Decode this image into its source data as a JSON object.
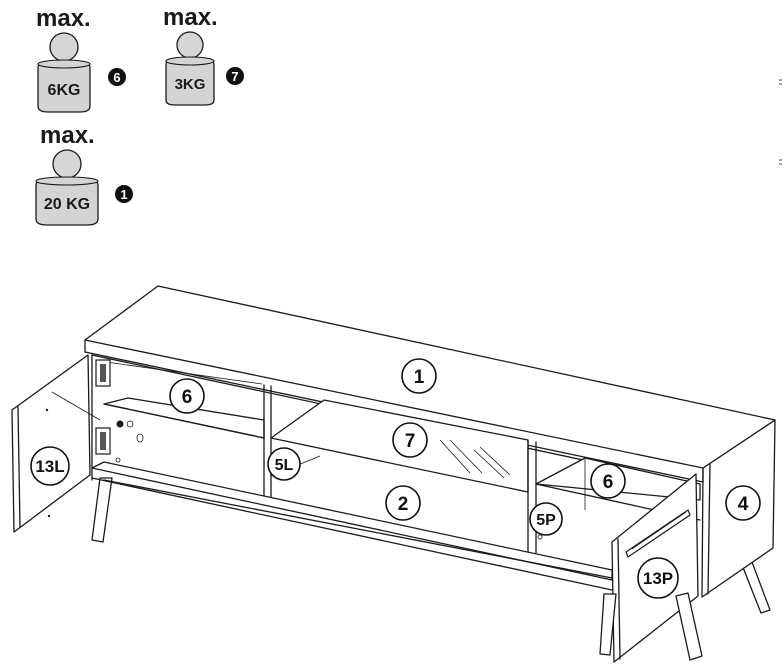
{
  "weights": [
    {
      "max_label": "max.",
      "weight": "6KG",
      "badge": "6"
    },
    {
      "max_label": "max.",
      "weight": "3KG",
      "badge": "7"
    },
    {
      "max_label": "max.",
      "weight": "20 KG",
      "badge": "1"
    }
  ],
  "parts": {
    "top": "1",
    "base": "2",
    "glass_shelf": "7",
    "shelf_left": "6",
    "shelf_right": "6",
    "side_right": "4",
    "partition_left": "5L",
    "partition_right": "5P",
    "door_left": "13L",
    "door_right": "13P"
  },
  "colors": {
    "line": "#1a1a1a",
    "weight_fill": "#d4d4d4",
    "badge_fill": "#111111"
  }
}
